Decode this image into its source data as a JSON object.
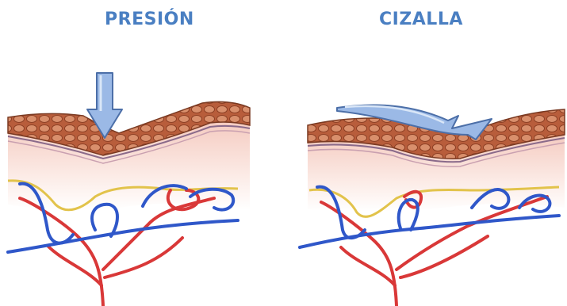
{
  "panels": {
    "left": {
      "title": "PRESIÓN",
      "illustration": "pressure",
      "arrow": "down-arrow"
    },
    "right": {
      "title": "CIZALLA",
      "illustration": "shear",
      "arrow": "curved-right-arrow"
    }
  },
  "colors": {
    "title": "#4a7fc2",
    "arrow_fill": "#9bb9e6",
    "arrow_stroke": "#4c6fa8",
    "epidermis": "#b85d3b",
    "dermis": "#f3c6bd",
    "fat_line": "#e2c34b",
    "artery": "#d93838",
    "vein": "#2f57c9"
  }
}
